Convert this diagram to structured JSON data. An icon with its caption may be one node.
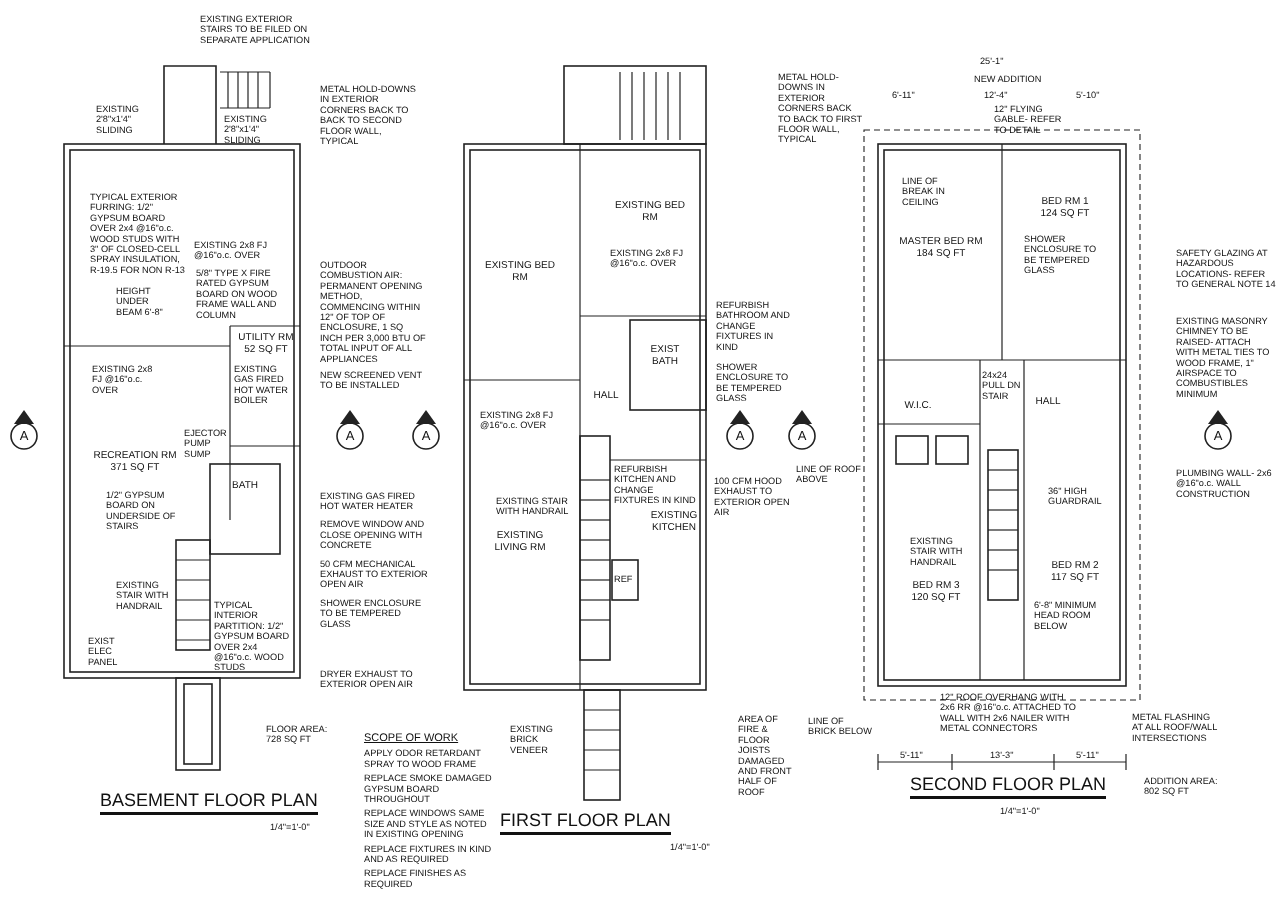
{
  "diagram": {
    "nodes": [
      {
        "text": [
          "BASEMENT FLOOR PLAN",
          "1/4\"=1'-0\""
        ]
      },
      {
        "text": [
          "UTILITY RM",
          "52 SQ FT"
        ],
        "in": 0
      },
      {
        "text": [
          "RECREATION RM",
          "371 SQ FT"
        ],
        "in": 0
      },
      {
        "text": [
          "BATH"
        ],
        "in": 0
      },
      {
        "text": [
          "FIRST FLOOR PLAN",
          "1/4\"=1'-0\""
        ]
      },
      {
        "text": [
          "EXISTING BED RM"
        ],
        "in": 4
      },
      {
        "text": [
          "EXISTING BED RM"
        ],
        "in": 4
      },
      {
        "text": [
          "EXIST BATH"
        ],
        "in": 4
      },
      {
        "text": [
          "HALL"
        ],
        "in": 4
      },
      {
        "text": [
          "EXISTING LIVING RM"
        ],
        "in": 4
      },
      {
        "text": [
          "EXISTING KITCHEN"
        ],
        "in": 4
      },
      {
        "text": [
          "SECOND FLOOR PLAN",
          "1/4\"=1'-0\""
        ]
      },
      {
        "text": [
          "MASTER BED RM",
          "184 SQ FT"
        ],
        "in": 11
      },
      {
        "text": [
          "BED RM 1",
          "124 SQ FT"
        ],
        "in": 11
      },
      {
        "text": [
          "W.I.C."
        ],
        "in": 11
      },
      {
        "text": [
          "HALL"
        ],
        "in": 11
      },
      {
        "text": [
          "BED RM 3",
          "120 SQ FT"
        ],
        "in": 11
      },
      {
        "text": [
          "BED RM 2",
          "117 SQ FT"
        ],
        "in": 11
      },
      {
        "text": [
          "A"
        ]
      },
      {
        "text": [
          "A"
        ]
      },
      {
        "text": [
          "A"
        ]
      },
      {
        "text": [
          "A"
        ]
      },
      {
        "text": [
          "A"
        ]
      },
      {
        "text": [
          "A"
        ]
      }
    ],
    "labels": [
      "EXISTING EXTERIOR STAIRS TO BE FILED ON SEPARATE APPLICATION",
      "EXISTING 2'8\"x1'4\" SLIDING",
      "EXISTING 2'8\"x1'4\" SLIDING",
      "TYPICAL EXTERIOR FURRING: 1/2\" GYPSUM BOARD OVER 2x4 @16\"o.c. WOOD STUDS WITH 3\" OF CLOSED-CELL SPRAY INSULATION, R-19.5 FOR NON R-13",
      "EXISTING 2x8 FJ @16\"o.c. OVER",
      "HEIGHT UNDER BEAM 6'-8\"",
      "5/8\" TYPE X FIRE RATED GYPSUM BOARD ON WOOD FRAME WALL AND COLUMN",
      "OUTDOOR COMBUSTION AIR: PERMANENT OPENING METHOD, COMMENCING WITHIN 12\" OF TOP OF ENCLOSURE, 1 SQ INCH PER 3,000 BTU OF TOTAL INPUT OF ALL APPLIANCES",
      "NEW SCREENED VENT TO BE INSTALLED",
      "EXISTING 2x8 FJ @16\"o.c. OVER",
      "EXISTING GAS FIRED HOT WATER BOILER",
      "EJECTOR PUMP SUMP",
      "EXISTING GAS FIRED HOT WATER HEATER",
      "1/2\" GYPSUM BOARD ON UNDERSIDE OF STAIRS",
      "REMOVE WINDOW AND CLOSE OPENING WITH CONCRETE",
      "50 CFM MECHANICAL EXHAUST TO EXTERIOR OPEN AIR",
      "EXISTING STAIR WITH HANDRAIL",
      "SHOWER ENCLOSURE TO BE TEMPERED GLASS",
      "TYPICAL INTERIOR PARTITION: 1/2\" GYPSUM BOARD OVER 2x4 @16\"o.c. WOOD STUDS",
      "EXIST ELEC PANEL",
      "DRYER EXHAUST TO EXTERIOR OPEN AIR",
      "FLOOR AREA: 728 SQ FT",
      "SCOPE OF WORK",
      "APPLY ODOR RETARDANT SPRAY TO WOOD FRAME",
      "REPLACE SMOKE DAMAGED GYPSUM BOARD THROUGHOUT",
      "REPLACE WINDOWS SAME SIZE AND STYLE AS NOTED IN EXISTING OPENING",
      "REPLACE FIXTURES IN KIND AND AS REQUIRED",
      "REPLACE FINISHES AS REQUIRED",
      "METAL HOLD-DOWNS IN EXTERIOR CORNERS BACK TO BACK TO SECOND FLOOR WALL, TYPICAL",
      "EXISTING 2x8 FJ @16\"o.c. OVER",
      "REFURBISH BATHROOM AND CHANGE FIXTURES IN KIND",
      "SHOWER ENCLOSURE TO BE TEMPERED GLASS",
      "EXISTING 2x8 FJ @16\"o.c. OVER",
      "REFURBISH KITCHEN AND CHANGE FIXTURES IN KIND",
      "100 CFM HOOD EXHAUST TO EXTERIOR OPEN AIR",
      "EXISTING STAIR WITH HANDRAIL",
      "REF",
      "AREA OF FIRE & FLOOR JOISTS DAMAGED AND FRONT HALF OF ROOF",
      "EXISTING BRICK VENEER",
      "25'-1\"",
      "NEW ADDITION",
      "6'-11\"",
      "12'-4\"",
      "5'-10\"",
      "12\" FLYING GABLE- REFER TO DETAIL",
      "METAL HOLD-DOWNS IN EXTERIOR CORNERS BACK TO BACK TO FIRST FLOOR WALL, TYPICAL",
      "LINE OF BREAK IN CEILING",
      "SHOWER ENCLOSURE TO BE TEMPERED GLASS",
      "SAFETY GLAZING AT HAZARDOUS LOCATIONS- REFER TO GENERAL NOTE 14",
      "EXISTING MASONRY CHIMNEY TO BE RAISED- ATTACH WITH METAL TIES TO WOOD FRAME, 1\" AIRSPACE TO COMBUSTIBLES MINIMUM",
      "24x24 PULL DN STAIR",
      "LINE OF ROOF ABOVE",
      "PLUMBING WALL- 2x6 @16\"o.c. WALL CONSTRUCTION",
      "36\" HIGH GUARDRAIL",
      "EXISTING STAIR WITH HANDRAIL",
      "6'-8\" MINIMUM HEAD ROOM BELOW",
      "LINE OF BRICK BELOW",
      "12\" ROOF OVERHANG WITH 2x6 RR @16\"o.c. ATTACHED TO WALL WITH 2x6 NAILER WITH METAL CONNECTORS",
      "METAL FLASHING AT ALL ROOF/WALL INTERSECTIONS",
      "5'-11\"",
      "13'-3\"",
      "5'-11\"",
      "ADDITION AREA: 802 SQ FT"
    ]
  }
}
